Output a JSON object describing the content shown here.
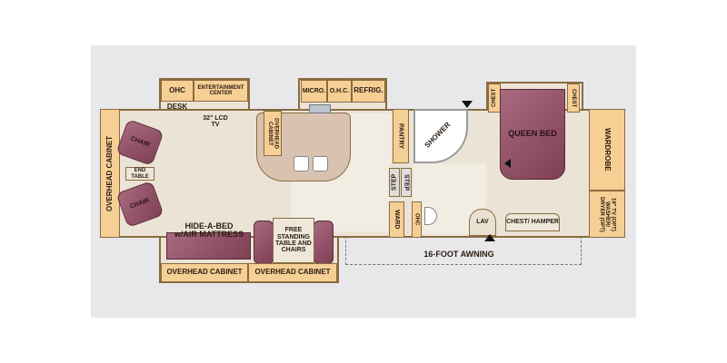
{
  "floorplan": {
    "living": {
      "overhead_cabinet_left": "OVERHEAD CABINET",
      "chair_top": "CHAIR",
      "chair_bottom": "CHAIR",
      "end_table": "END TABLE",
      "ohc": "OHC",
      "entertainment_center": "ENTERTAINMENT CENTER",
      "desk": "DESK",
      "tv": "32\" LCD TV",
      "hide_a_bed": "HIDE-A-BED w/AIR MATTRESS",
      "table": "FREE STANDING TABLE AND CHAIRS",
      "overhead_cabinet_bottom_1": "OVERHEAD CABINET",
      "overhead_cabinet_bottom_2": "OVERHEAD CABINET"
    },
    "kitchen": {
      "island_cabinet": "OVERHEAD CABINET",
      "micro": "MICRO.",
      "ohc": "O.H.C.",
      "refrig": "REFRIG."
    },
    "middle": {
      "pantry": "PANTRY",
      "step_1": "STEP",
      "step_2": "STEP",
      "ward": "WARD",
      "ohc": "OHC",
      "shower": "SHOWER",
      "lav": "LAV"
    },
    "bedroom": {
      "chest_left": "CHEST",
      "chest_right": "CHEST",
      "queen_bed": "QUEEN BED",
      "wardrobe": "WARDROBE",
      "washer_dryer": "19\" TV (OPT) WASHER/ DRYER (OPT)",
      "chest_hamper": "CHEST/ HAMPER"
    },
    "awning": "16-FOOT AWNING"
  },
  "colors": {
    "cabinet": "#f6cf95",
    "furniture": "#8f4f64",
    "floor": "#ebe4d6",
    "outline": "#8a6b40"
  }
}
